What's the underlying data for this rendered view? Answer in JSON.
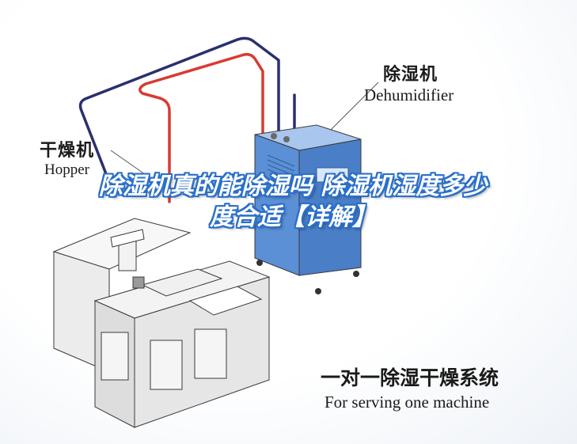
{
  "labels": {
    "dehumidifier_cn": "除湿机",
    "dehumidifier_en": "Dehumidifier",
    "hopper_cn": "干燥机",
    "hopper_en": "Hopper",
    "system_cn": "一对一除湿干燥系统",
    "system_en": "For serving one machine"
  },
  "overlay": {
    "title": "除湿机真的能除湿吗 除湿机湿度多少度合适【详解】"
  },
  "colors": {
    "pipe_red": "#d93a32",
    "pipe_navy": "#2a2f6e",
    "dehumidifier_body": "#5b8fd6",
    "machine_body": "#f2f2f2",
    "outline": "#3a3a3a",
    "title_outline": "#2a6fc9"
  }
}
